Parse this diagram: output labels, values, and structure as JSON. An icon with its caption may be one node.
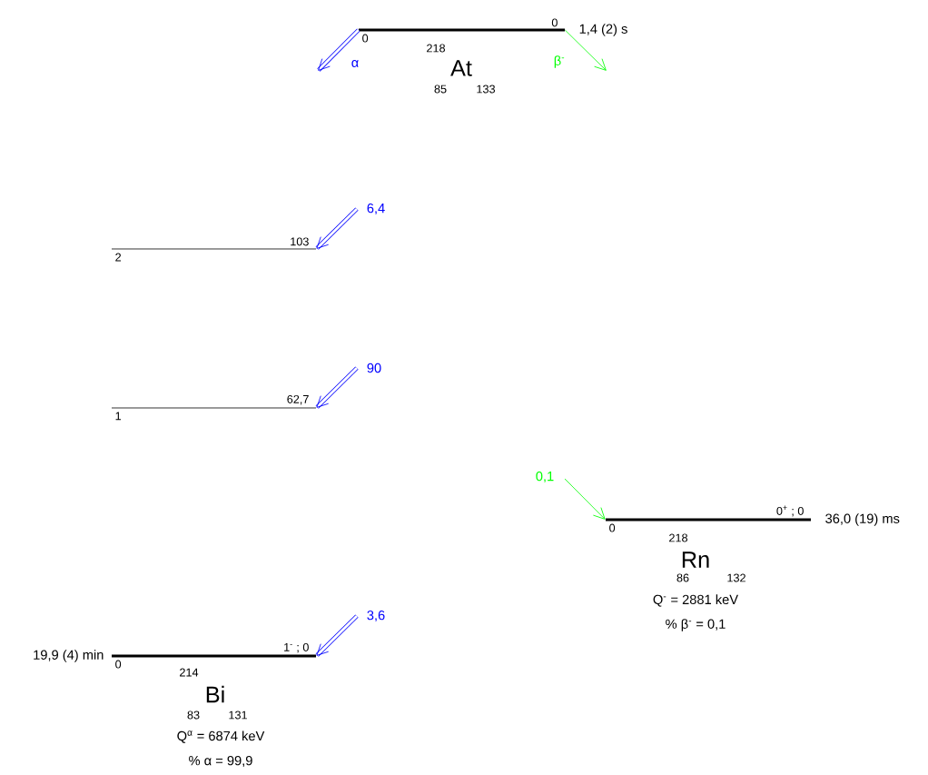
{
  "diagram": {
    "nodes": [
      {
        "text": [
          "0",
          "0",
          "1,4 (2) s"
        ],
        "beside": [
          "218",
          "At",
          "85",
          "133"
        ]
      },
      {
        "text": [
          "103",
          "2"
        ]
      },
      {
        "text": [
          "62,7",
          "1"
        ]
      },
      {
        "text": [
          "0$^{+}$ ; 0",
          "0",
          "36,0 (19) ms"
        ],
        "beside": [
          "218",
          "Rn",
          "86",
          "132",
          "Q$^{-}$ = 2881 keV",
          "% β$^{-}$ = 0,1"
        ]
      },
      {
        "text": [
          "1$^{-}$ ; 0",
          "0",
          "19,9 (4) min"
        ],
        "beside": [
          "214",
          "Bi",
          "83",
          "131",
          "Q$^{α}$ = 6874 keV",
          "% α = 99,9"
        ]
      }
    ],
    "edges": [
      {
        "from": 0,
        "to": null,
        "arrow": "to",
        "label": "α"
      },
      {
        "from": 0,
        "to": null,
        "arrow": "to",
        "label": "β$^{-}$",
        "color": "#00ff00"
      },
      {
        "from": null,
        "to": 1,
        "arrow": "to",
        "label": "6,4"
      },
      {
        "from": null,
        "to": 2,
        "arrow": "to",
        "label": "90"
      },
      {
        "from": null,
        "to": 4,
        "arrow": "to",
        "label": "3,6"
      },
      {
        "from": null,
        "to": 3,
        "arrow": "to",
        "label": "0,1",
        "color": "#00ff00"
      }
    ]
  }
}
